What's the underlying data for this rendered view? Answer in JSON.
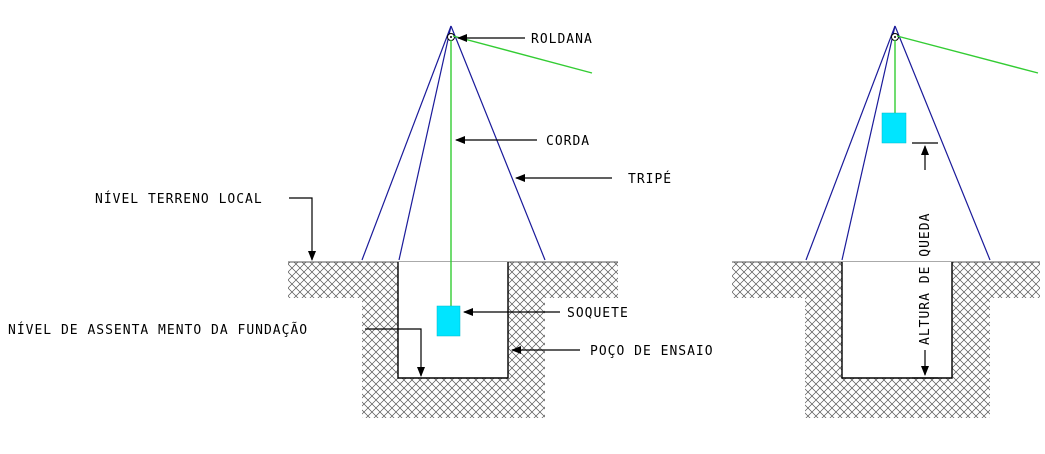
{
  "labels": {
    "roldana": "ROLDANA",
    "corda": "CORDA",
    "tripe": "TRIPÉ",
    "nivel_terreno": "NÍVEL TERRENO LOCAL",
    "soquete": "SOQUETE",
    "nivel_assentamento": "NÍVEL  DE ASSENTA MENTO DA FUNDAÇÃO",
    "poco": "POÇO DE ENSAIO",
    "altura_queda": "ALTURA DE QUEDA"
  },
  "colors": {
    "tripod": "#1a1a9a",
    "rope": "#33cc33",
    "weight": "#00e5ff",
    "ground": "#555555",
    "text": "#000000"
  }
}
